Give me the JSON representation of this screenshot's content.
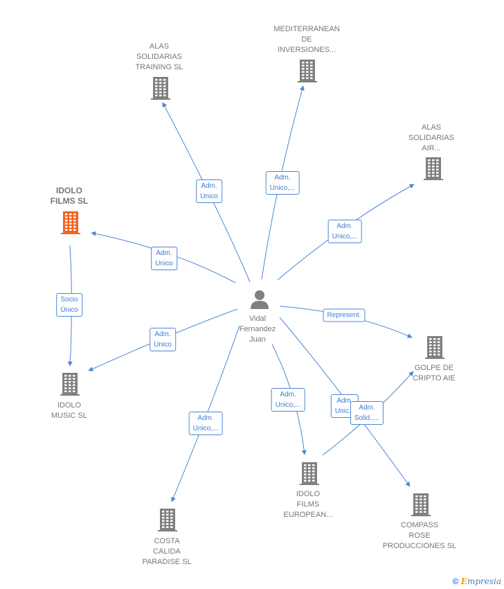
{
  "colors": {
    "edge": "#4a86d8",
    "building": "#808080",
    "highlight": "#f26522",
    "person": "#808080"
  },
  "center": {
    "label": "Vidal\nFernandez\nJuan",
    "icon": "person-icon"
  },
  "nodes": [
    {
      "id": "alas-training",
      "label": "ALAS\nSOLIDARIAS\nTRAINING SL",
      "icon": "building-icon",
      "highlight": false
    },
    {
      "id": "mediterranean",
      "label": "MEDITERRANEAN\nDE\nINVERSIONES...",
      "icon": "building-icon",
      "highlight": false
    },
    {
      "id": "alas-air",
      "label": "ALAS\nSOLIDARIAS\nAIR...",
      "icon": "building-icon",
      "highlight": false
    },
    {
      "id": "idolo-films",
      "label": "IDOLO\nFILMS  SL",
      "icon": "building-icon",
      "highlight": true
    },
    {
      "id": "idolo-music",
      "label": "IDOLO\nMUSIC  SL",
      "icon": "building-icon",
      "highlight": false
    },
    {
      "id": "golpe",
      "label": "GOLPE DE\nCRIPTO AIE",
      "icon": "building-icon",
      "highlight": false
    },
    {
      "id": "costa",
      "label": "COSTA\nCALIDA\nPARADISE  SL",
      "icon": "building-icon",
      "highlight": false
    },
    {
      "id": "idolo-european",
      "label": "IDOLO\nFILMS\nEUROPEAN...",
      "icon": "building-icon",
      "highlight": false
    },
    {
      "id": "compass",
      "label": "COMPASS\nROSE\nPRODUCCIONES SL",
      "icon": "building-icon",
      "highlight": false
    }
  ],
  "edges": [
    {
      "from": "center",
      "to": "alas-training",
      "label": "Adm.\nUnico"
    },
    {
      "from": "center",
      "to": "mediterranean",
      "label": "Adm.\nUnico,..."
    },
    {
      "from": "center",
      "to": "alas-air",
      "label": "Adm.\nUnico,..."
    },
    {
      "from": "center",
      "to": "idolo-films",
      "label": "Adm.\nUnico"
    },
    {
      "from": "idolo-films",
      "to": "idolo-music",
      "label": "Socio\nÚnico"
    },
    {
      "from": "center",
      "to": "idolo-music",
      "label": "Adm.\nUnico"
    },
    {
      "from": "center",
      "to": "golpe",
      "label": "Represent."
    },
    {
      "from": "center",
      "to": "costa",
      "label": "Adm.\nUnico,..."
    },
    {
      "from": "center",
      "to": "idolo-european",
      "label": "Adm.\nUnico,..."
    },
    {
      "from": "center",
      "to": "compass",
      "label": "Adm.\nUnic..."
    },
    {
      "from": "idolo-european",
      "to": "golpe",
      "label": "Adm.\nSolid.,..."
    }
  ],
  "footer": {
    "copyright": "©",
    "brand_first": "E",
    "brand_rest": "mpresia"
  }
}
